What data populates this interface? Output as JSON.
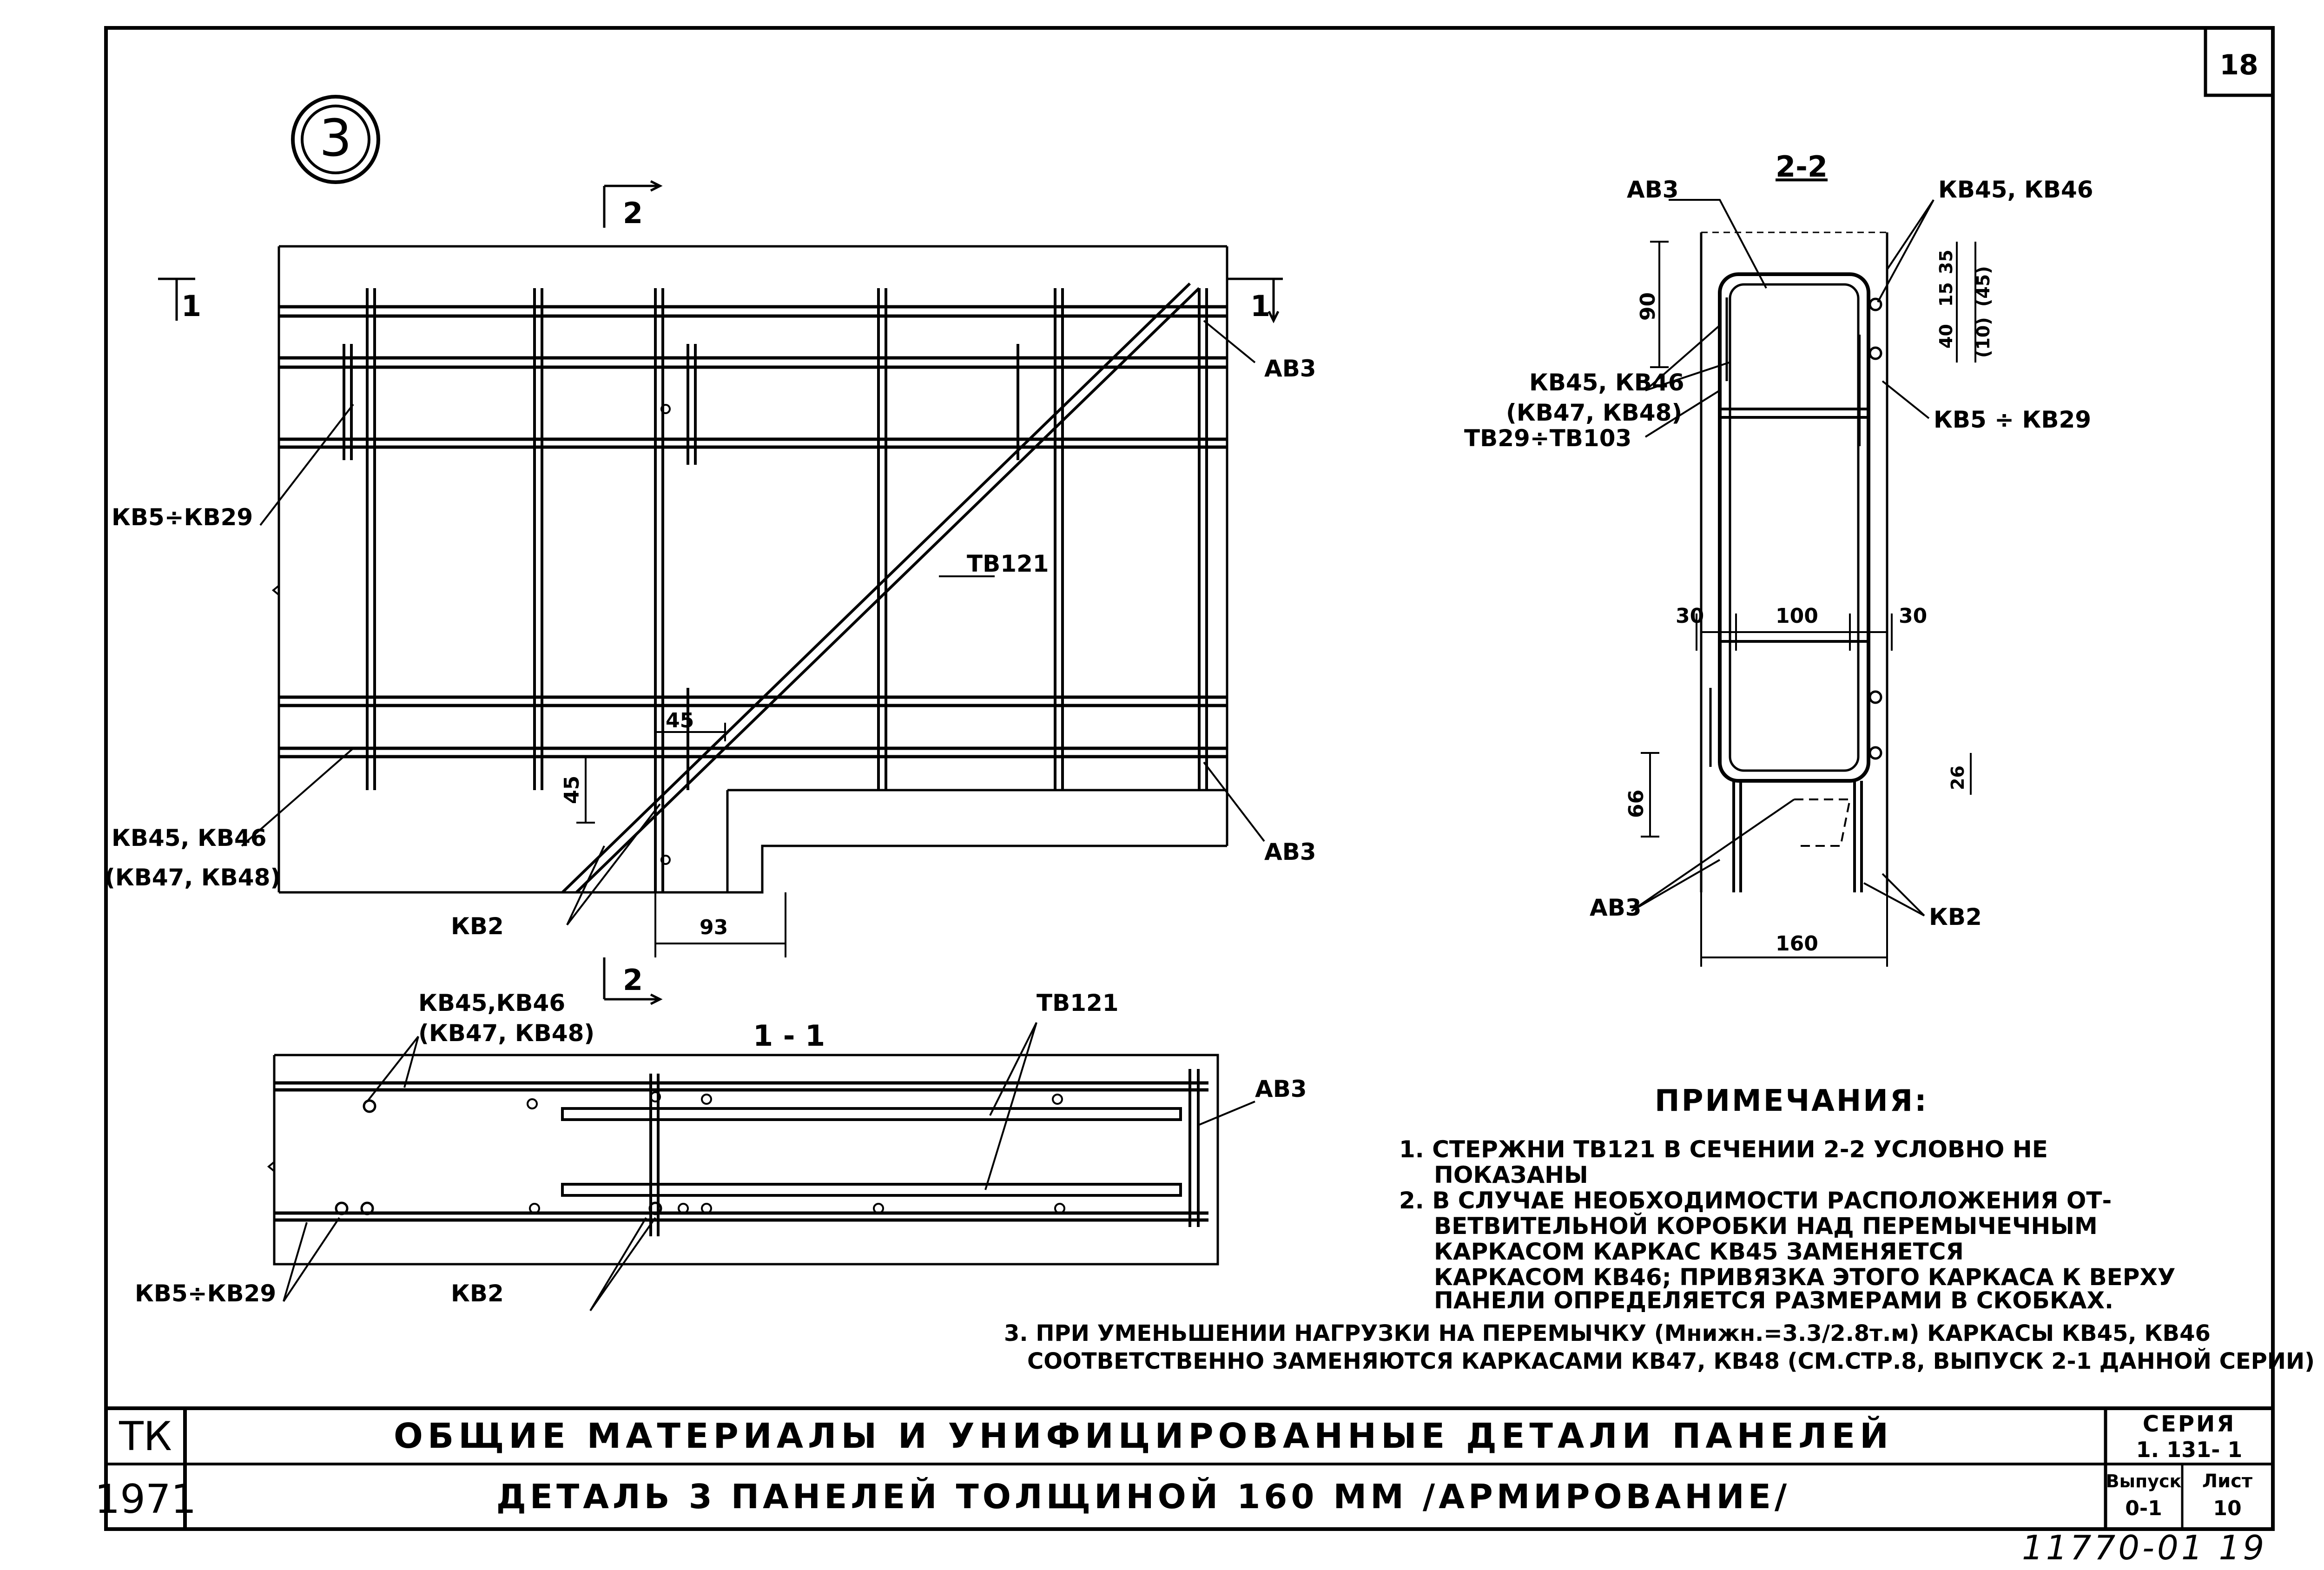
{
  "sheet_number": "18",
  "detail_number": "3",
  "section_marks": {
    "cut_2_top": "2",
    "cut_2_bottom": "2",
    "cut_1_left": "1",
    "cut_1_right": "1",
    "section_1_1": "1 - 1",
    "section_2_2": "2-2"
  },
  "elevation_labels": {
    "ab3_top": "АВ3",
    "kb5_kb29": "КВ5÷КВ29",
    "tb121": "ТВ121",
    "kb45_kb46": "КВ45, КВ46",
    "kb47_kb48": "(КВ47, КВ48)",
    "ab3_bottom": "АВ3",
    "kb2": "КВ2"
  },
  "elevation_dims": {
    "d45_h": "45",
    "d45_v": "45",
    "d93": "93"
  },
  "section22_labels": {
    "ab3_top": "АВ3",
    "kb45_kb46_top": "КВ45, КВ46",
    "kb45_kb46": "КВ45, КВ46",
    "kb47_kb48": "(КВ47, КВ48)",
    "tb29_tb103": "ТВ29÷ТВ103",
    "kb5_kb29": "КВ5 ÷ КВ29",
    "ab3_bottom": "АВ3",
    "kb2": "КВ2"
  },
  "section22_dims": {
    "d90": "90",
    "d35": "35",
    "d15": "15",
    "d45p": "(45)",
    "d40": "40",
    "d10p": "(10)",
    "d30_left": "30",
    "d100": "100",
    "d30_right": "30",
    "d66": "66",
    "d26": "26",
    "d160": "160"
  },
  "section11_labels": {
    "kb45_kb46": "КВ45,КВ46",
    "kb47_kb48": "(КВ47, КВ48)",
    "tb121": "ТВ121",
    "ab3": "АВ3",
    "kb5_kb29": "КВ5÷КВ29",
    "kb2": "КВ2"
  },
  "notes": {
    "heading": "ПРИМЕЧАНИЯ:",
    "n1_line1": "1. СТЕРЖНИ   ТВ121 В СЕЧЕНИИ 2-2 УСЛОВНО НЕ",
    "n1_line2": "ПОКАЗАНЫ",
    "n2_line1": "2. В   СЛУЧАЕ  НЕОБХОДИМОСТИ РАСПОЛОЖЕНИЯ ОТ-",
    "n2_line2": "ВЕТВИТЕЛЬНОЙ КОРОБКИ НАД ПЕРЕМЫЧЕЧНЫМ",
    "n2_line3": "КАРКАСОМ  КАРКАС  КВ45 ЗАМЕНЯЕТСЯ",
    "n2_line4": "КАРКАСОМ  КВ46; ПРИВЯЗКА ЭТОГО КАРКАСА К ВЕРХУ",
    "n2_line5": "ПАНЕЛИ ОПРЕДЕЛЯЕТСЯ РАЗМЕРАМИ В СКОБКАХ.",
    "n3_line1": "3. ПРИ УМЕНЬШЕНИИ НАГРУЗКИ НА ПЕРЕМЫЧКУ (Мнижн.=3.3/2.8т.м) КАРКАСЫ КВ45, КВ46",
    "n3_line2": "СООТВЕТСТВЕННО ЗАМЕНЯЮТСЯ КАРКАСАМИ КВ47, КВ48 (СМ.СТР.8, ВЫПУСК 2-1 ДАННОЙ СЕРИИ)"
  },
  "title_block": {
    "org": "ТК",
    "year": "1971",
    "title_line1": "ОБЩИЕ  МАТЕРИАЛЫ  И  УНИФИЦИРОВАННЫЕ  ДЕТАЛИ  ПАНЕЛЕЙ",
    "title_line2": "ДЕТАЛЬ  3   ПАНЕЛЕЙ  ТОЛЩИНОЙ  160 ММ  /АРМИРОВАНИЕ/",
    "series_label": "СЕРИЯ",
    "series_value": "1. 131- 1",
    "issue_label": "Выпуск",
    "issue_value": "0-1",
    "sheet_label": "Лист",
    "sheet_value": "10"
  },
  "stamp": "11770-01   19"
}
